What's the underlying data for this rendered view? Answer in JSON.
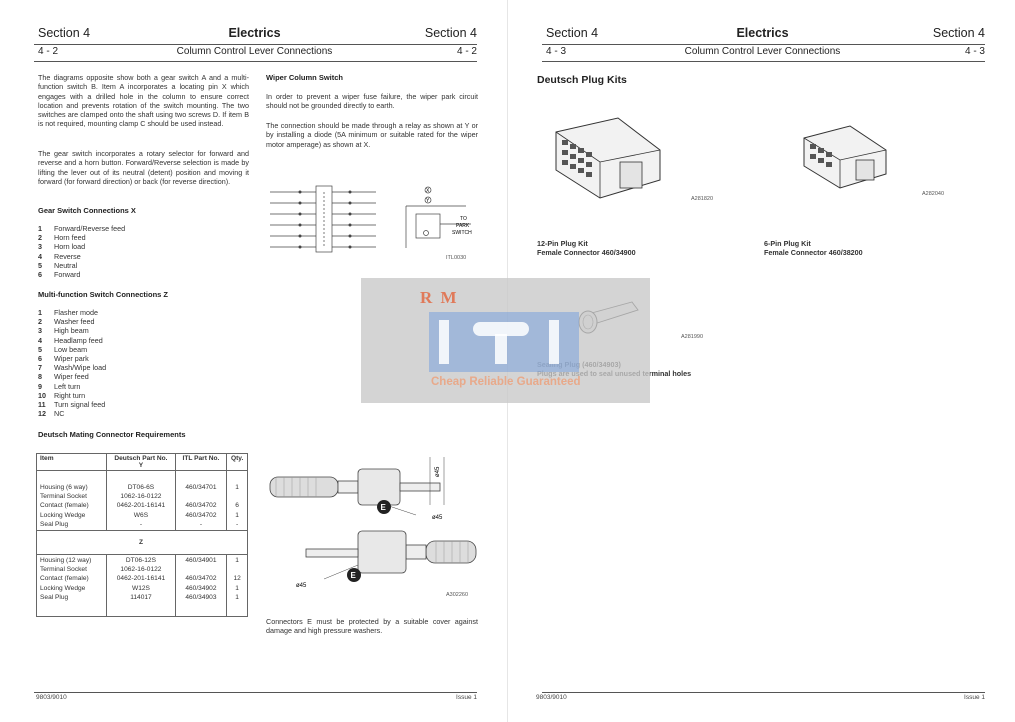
{
  "left_page": {
    "header": {
      "section_left": "Section 4",
      "title": "Electrics",
      "section_right": "Section 4"
    },
    "subheader": {
      "page_left": "4 - 2",
      "title": "Column Control Lever Connections",
      "page_right": "4 - 2"
    },
    "intro_p1": "The diagrams opposite show both a gear switch A and a multi-function switch B. Item A incorporates a locating pin X which engages with a drilled hole in the column to ensure correct location and prevents rotation of the switch mounting. The two switches are clamped onto the shaft using two screws D. If item B is not required, mounting clamp C should be used instead.",
    "intro_p2": "The gear switch incorporates a rotary selector for forward and reverse and a horn button. Forward/Reverse selection is made by lifting the lever out of its neutral (detent) position and moving it forward (for forward direction) or back (for reverse direction).",
    "gear_heading": "Gear Switch Connections X",
    "gear_items": [
      {
        "n": "1",
        "label": "Forward/Reverse feed"
      },
      {
        "n": "2",
        "label": "Horn feed"
      },
      {
        "n": "3",
        "label": "Horn load"
      },
      {
        "n": "4",
        "label": "Reverse"
      },
      {
        "n": "5",
        "label": "Neutral"
      },
      {
        "n": "6",
        "label": "Forward"
      }
    ],
    "multi_heading": "Multi-function Switch Connections Z",
    "multi_items": [
      {
        "n": "1",
        "label": "Flasher mode"
      },
      {
        "n": "2",
        "label": "Washer feed"
      },
      {
        "n": "3",
        "label": "High beam"
      },
      {
        "n": "4",
        "label": "Headlamp feed"
      },
      {
        "n": "5",
        "label": "Low beam"
      },
      {
        "n": "6",
        "label": "Wiper park"
      },
      {
        "n": "7",
        "label": "Wash/Wipe load"
      },
      {
        "n": "8",
        "label": "Wiper feed"
      },
      {
        "n": "9",
        "label": "Left turn"
      },
      {
        "n": "10",
        "label": "Right turn"
      },
      {
        "n": "11",
        "label": "Turn signal feed"
      },
      {
        "n": "12",
        "label": "NC"
      }
    ],
    "deutsch_heading": "Deutsch Mating Connector Requirements",
    "table": {
      "headers": {
        "item": "Item",
        "deutsch": "Deutsch Part No.",
        "itl": "ITL Part No.",
        "qty": "Qty."
      },
      "group_y": "Y",
      "group_z": "Z",
      "rows_y": {
        "items": [
          "Housing (6 way)",
          "Terminal Socket",
          "Contact (female)",
          "Locking Wedge",
          "Seal Plug"
        ],
        "deutsch": [
          "DT06-6S",
          "1062-16-0122",
          "0462-201-16141",
          "W6S",
          "-"
        ],
        "itl": [
          "460/34701",
          "",
          "460/34702",
          "460/34702",
          "-"
        ],
        "qty": [
          "1",
          "",
          "6",
          "1",
          "-"
        ]
      },
      "rows_z": {
        "items": [
          "Housing (12 way)",
          "Terminal Socket",
          "Contact (female)",
          "Locking Wedge",
          "Seal Plug"
        ],
        "deutsch": [
          "DT06-12S",
          "1062-16-0122",
          "0462-201-16141",
          "W12S",
          "114017"
        ],
        "itl": [
          "460/34901",
          "",
          "460/34702",
          "460/34902",
          "460/34903"
        ],
        "qty": [
          "1",
          "",
          "12",
          "1",
          "1"
        ]
      }
    },
    "wiper_heading": "Wiper Column Switch",
    "wiper_p1": "In order to prevent a wiper fuse failure, the wiper park circuit should not be grounded directly to earth.",
    "wiper_p2": "The connection should be made through a relay as shown at Y or by installing a diode (5A minimum or suitable rated for the wiper motor amperage) as shown at X.",
    "circuit_labels": {
      "x": "X",
      "y": "Y",
      "to": "TO",
      "park": "PARK",
      "switch": "SWITCH"
    },
    "circuit_fig": "ITL0030",
    "lever_fig_labels": {
      "e1": "E",
      "e2": "E",
      "dim1": "ø45",
      "dim2": "ø45",
      "dim3": "ø45"
    },
    "lever_fig": "A302260",
    "connectors_note": "Connectors E must be protected by a suitable cover against damage and high pressure washers.",
    "footer": {
      "left": "9803/9010",
      "right": "Issue 1"
    }
  },
  "right_page": {
    "header": {
      "section_left": "Section 4",
      "title": "Electrics",
      "section_right": "Section 4"
    },
    "subheader": {
      "page_left": "4 - 3",
      "title": "Column Control Lever Connections",
      "page_right": "4 - 3"
    },
    "heading": "Deutsch Plug Kits",
    "fig1": "A281820",
    "fig2": "A282040",
    "fig3": "A281990",
    "kit12_title": "12-Pin Plug Kit",
    "kit12_sub": "Female Connector 460/34900",
    "kit6_title": "6-Pin Plug Kit",
    "kit6_sub": "Female Connector 460/38200",
    "seal_title": "Sealing Plug (460/34903)",
    "seal_sub": "Plugs are used to seal unused terminal holes",
    "footer": {
      "left": "9803/9010",
      "right": "Issue 1"
    }
  },
  "watermark": {
    "letters": "R M",
    "tagline": "Cheap Reliable Guaranteed"
  }
}
